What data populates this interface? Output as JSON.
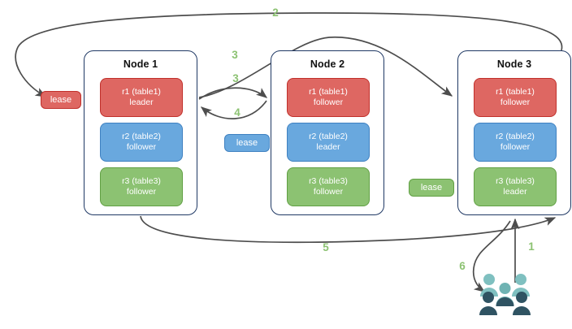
{
  "diagram": {
    "title": "",
    "colors": {
      "red": "#de6762",
      "red_border": "#c0302b",
      "blue": "#69a8de",
      "blue_border": "#3f81c1",
      "green": "#8cc272",
      "green_border": "#61a044",
      "node_border": "#1f3864",
      "arrow": "#4d4d4d",
      "step_label": "#8cc272",
      "people_light": "#6fb3b3",
      "people_dark": "#2f5362"
    },
    "nodes": [
      {
        "title": "Node 1",
        "ranges": [
          {
            "name": "r1 (table1)",
            "role": "leader",
            "color": "red"
          },
          {
            "name": "r2 (table2)",
            "role": "follower",
            "color": "blue"
          },
          {
            "name": "r3 (table3)",
            "role": "follower",
            "color": "green"
          }
        ]
      },
      {
        "title": "Node 2",
        "ranges": [
          {
            "name": "r1 (table1)",
            "role": "follower",
            "color": "red"
          },
          {
            "name": "r2 (table2)",
            "role": "leader",
            "color": "blue"
          },
          {
            "name": "r3 (table3)",
            "role": "follower",
            "color": "green"
          }
        ]
      },
      {
        "title": "Node 3",
        "ranges": [
          {
            "name": "r1 (table1)",
            "role": "follower",
            "color": "red"
          },
          {
            "name": "r2 (table2)",
            "role": "follower",
            "color": "blue"
          },
          {
            "name": "r3 (table3)",
            "role": "leader",
            "color": "green"
          }
        ]
      }
    ],
    "leases": [
      {
        "label": "lease",
        "color": "red",
        "belongs_to": "r1"
      },
      {
        "label": "lease",
        "color": "blue",
        "belongs_to": "r2"
      },
      {
        "label": "lease",
        "color": "green",
        "belongs_to": "r3"
      }
    ],
    "steps": [
      {
        "id": "1",
        "label": "1",
        "from": "clients",
        "to": "node-3"
      },
      {
        "id": "2",
        "label": "2",
        "from": "node-3",
        "to": "lease-red"
      },
      {
        "id": "3a",
        "label": "3",
        "from": "node-1-r1",
        "to": "node-3-r1"
      },
      {
        "id": "3b",
        "label": "3",
        "from": "node-1-r1",
        "to": "node-2-r1"
      },
      {
        "id": "4",
        "label": "4",
        "from": "node-2-r1",
        "to": "node-1-r1"
      },
      {
        "id": "5",
        "label": "5",
        "from": "node-1",
        "to": "node-3"
      },
      {
        "id": "6",
        "label": "6",
        "from": "node-3",
        "to": "clients"
      }
    ],
    "clients": {
      "name": "clients-group-icon",
      "figure_count": 6
    }
  }
}
